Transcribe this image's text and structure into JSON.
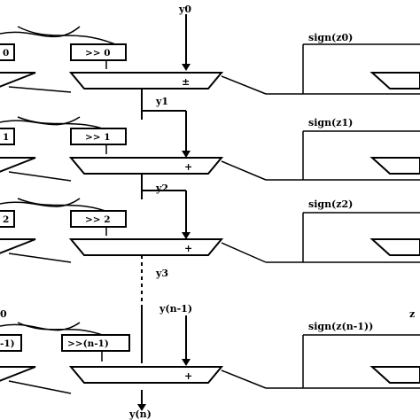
{
  "stages": [
    {
      "y_in": "y0",
      "y_out": "y1",
      "shift_left": "0",
      "shift_right": ">> 0",
      "op": "±",
      "sign": "sign(z0)"
    },
    {
      "y_in": "y1",
      "y_out": "y2",
      "shift_left": "1",
      "shift_right": ">> 1",
      "op": "+",
      "sign": "sign(z1)"
    },
    {
      "y_in": "y2",
      "y_out": "y3",
      "shift_left": "2",
      "shift_right": ">> 2",
      "op": "+",
      "sign": "sign(z2)"
    },
    {
      "y_in": "y(n-1)",
      "y_out": "y(n)",
      "shift_left": "-1)",
      "shift_right": ">>(n-1)",
      "op": "+",
      "sign": "sign(z(n-1))"
    }
  ],
  "left_edge_label": "0",
  "right_edge_label": "z"
}
